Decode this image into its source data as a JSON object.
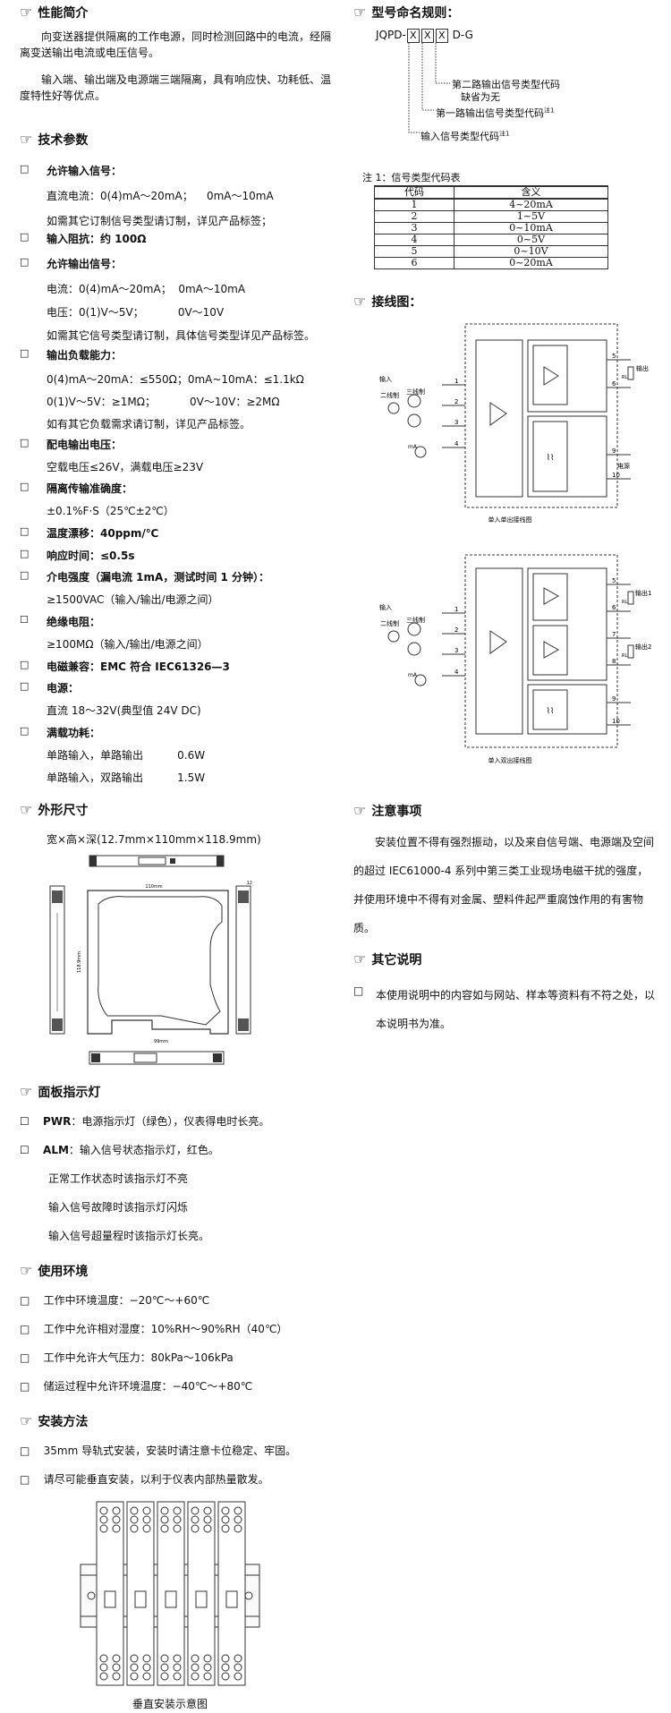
{
  "performance": {
    "title": "性能简介",
    "para1": "向变送器提供隔离的工作电源，同时检测回路中的电流，经隔离变送输出电流或电压信号。",
    "para2": "输入端、输出端及电源端三端隔离，具有响应快、功耗低、温度特性好等优点。"
  },
  "specs": {
    "title": "技术参数",
    "items": [
      {
        "label": "允许输入信号：",
        "lines": [
          "直流电流：0(4)mA～20mA；    0mA～10mA",
          "如需其它订制信号类型请订制，详见产品标签；"
        ]
      },
      {
        "label": "输入阻抗：约 100Ω",
        "lines": []
      },
      {
        "label": "允许输出信号：",
        "lines": [
          "电流：0(4)mA～20mA；  0mA～10mA",
          "电压：0(1)V～5V；          0V～10V",
          "如需其它信号类型请订制，具体信号类型详见产品标签。"
        ]
      },
      {
        "label": "输出负载能力：",
        "lines": [
          "0(4)mA～20mA：≤550Ω；0mA~10mA：≤1.1kΩ",
          "0(1)V～5V：≥1MΩ；          0V～10V：≥2MΩ",
          "如有其它负载需求请订制，详见产品标签。"
        ]
      },
      {
        "label": "配电输出电压：",
        "lines": [
          "空载电压≤26V，满载电压≥23V"
        ]
      },
      {
        "label": "隔离传输准确度：",
        "lines": [
          "±0.1%F·S（25℃±2℃）"
        ]
      },
      {
        "label": "温度漂移：40ppm/℃",
        "lines": []
      },
      {
        "label": "响应时间：≤0.5s",
        "lines": []
      },
      {
        "label": "介电强度（漏电流 1mA，测试时间 1 分钟）：",
        "lines": [
          "≥1500VAC（输入/输出/电源之间）"
        ]
      },
      {
        "label": "绝缘电阻：",
        "lines": [
          "≥100MΩ（输入/输出/电源之间）"
        ]
      },
      {
        "label": "电磁兼容：EMC 符合 IEC61326—3",
        "lines": []
      },
      {
        "label": "电源：",
        "lines": [
          "直流 18～32V(典型值 24V DC)"
        ]
      },
      {
        "label": "满载功耗：",
        "lines": [
          "单路输入，单路输出          0.6W",
          "单路输入，双路输出          1.5W"
        ]
      }
    ]
  },
  "model": {
    "title": "型号命名规则：",
    "prefix": "JQPD-",
    "box": "X",
    "suffix": "D-G",
    "note2": "第二路输出信号类型代码",
    "note2b": "缺省为无",
    "note1": "第一路输出信号类型代码",
    "note0": "输入信号类型代码",
    "sup": "注1",
    "table_caption": "注 1：信号类型代码表",
    "table_headers": [
      "代码",
      "含义"
    ],
    "table_rows": [
      [
        "1",
        "4~20mA"
      ],
      [
        "2",
        "1~5V"
      ],
      [
        "3",
        "0~10mA"
      ],
      [
        "4",
        "0~5V"
      ],
      [
        "5",
        "0~10V"
      ],
      [
        "6",
        "0~20mA"
      ]
    ]
  },
  "wiring": {
    "title": "接线图：",
    "caption1": "单入单出接线图",
    "caption2": "单入双出接线图",
    "input": "输入",
    "two_wire": "二线制",
    "three_wire": "三线制",
    "output": "输出",
    "output1": "输出1",
    "output2": "输出2",
    "power": "电源",
    "rl": "RL",
    "ma": "mA"
  },
  "dimensions": {
    "title": "外形尺寸",
    "text": "宽×高×深(12.7mm×110mm×118.9mm)",
    "w110": "110mm",
    "h": "118.9mm",
    "d": "99mm",
    "side": "12"
  },
  "notes": {
    "title": "注意事项",
    "text": "安装位置不得有强烈振动，以及来自信号端、电源端及空间的超过 IEC61000-4 系列中第三类工业现场电磁干扰的强度，并使用环境中不得有对金属、塑料件起严重腐蚀作用的有害物质。"
  },
  "other": {
    "title": "其它说明",
    "text": "本使用说明中的内容如与网站、样本等资料有不符之处，以本说明书为准。"
  },
  "panel": {
    "title": "面板指示灯",
    "pwr_label": "PWR",
    "pwr_text": "：电源指示灯（绿色），仪表得电时长亮。",
    "alm_label": "ALM",
    "alm_text": "：输入信号状态指示灯，红色。",
    "lines": [
      "正常工作状态时该指示灯不亮",
      "输入信号故障时该指示灯闪烁",
      "输入信号超量程时该指示灯长亮。"
    ]
  },
  "environment": {
    "title": "使用环境",
    "items": [
      "工作中环境温度：−20℃～+60℃",
      "工作中允许相对湿度：10%RH～90%RH（40℃）",
      "工作中允许大气压力：80kPa～106kPa",
      "储运过程中允许环境温度：−40℃～+80℃"
    ]
  },
  "install": {
    "title": "安装方法",
    "items": [
      "35mm 导轨式安装，安装时请注意卡位稳定、牢固。",
      "请尽可能垂直安装，以利于仪表内部热量散发。"
    ],
    "caption": "垂直安装示意图"
  }
}
